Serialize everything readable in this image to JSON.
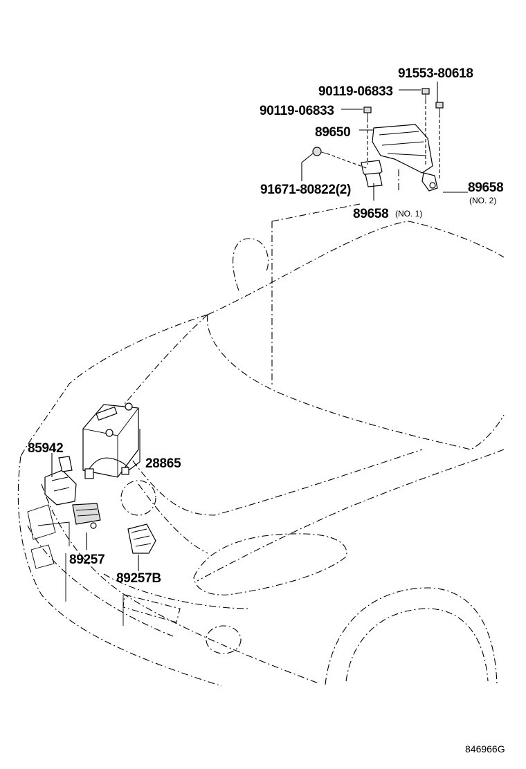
{
  "callouts": {
    "p91553": "91553-80618",
    "p90119a": "90119-06833",
    "p90119b": "90119-06833",
    "p89650": "89650",
    "p89658_no2": "89658",
    "p89658_no2_note": "(NO. 2)",
    "p91671": "91671-80822(2)",
    "p89658_no1": "89658",
    "p89658_no1_note": "(NO. 1)",
    "p85942": "85942",
    "p28865": "28865",
    "p89257": "89257",
    "p89257b": "89257B"
  },
  "diagram_code": "846966G"
}
